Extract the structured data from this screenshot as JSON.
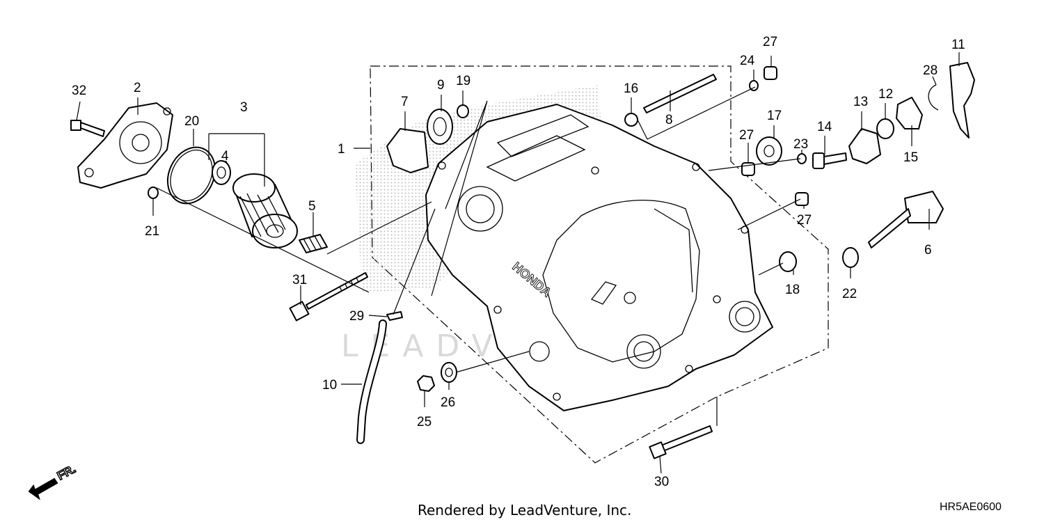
{
  "diagram": {
    "callouts": [
      "1",
      "2",
      "3",
      "4",
      "5",
      "6",
      "7",
      "8",
      "9",
      "10",
      "11",
      "12",
      "13",
      "14",
      "15",
      "16",
      "17",
      "18",
      "19",
      "20",
      "21",
      "22",
      "23",
      "24",
      "25",
      "26",
      "27",
      "28",
      "29",
      "30",
      "31",
      "32",
      "27",
      "27"
    ],
    "direction_label": "FR.",
    "brand_mark": "HONDA",
    "watermark_text": "LEADVENTURE",
    "footer": {
      "credit": "Rendered by LeadVenture, Inc.",
      "diagram_code": "HR5AE0600"
    }
  }
}
